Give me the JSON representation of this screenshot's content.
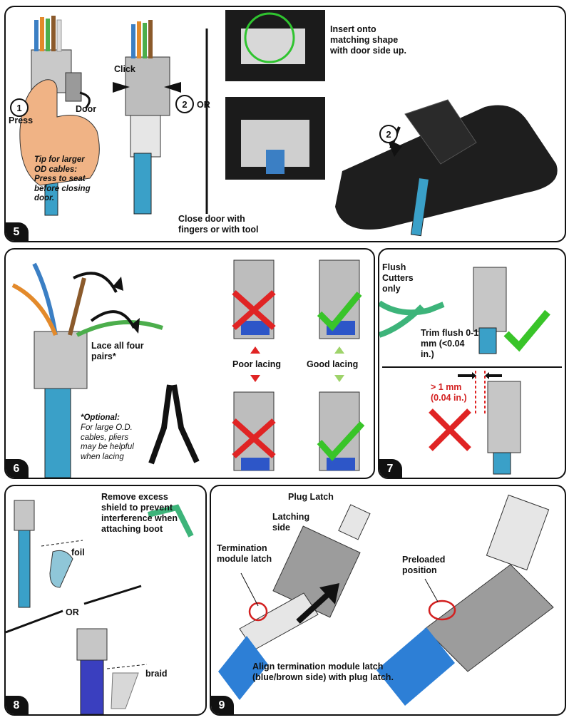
{
  "panel5": {
    "step": "5",
    "num1": "1",
    "press": "Press",
    "door": "Door",
    "click": "Click",
    "num2": "2",
    "or": "OR",
    "tip": "Tip for larger OD cables: Press to seat before closing door.",
    "insert": "Insert onto matching shape with door side up.",
    "num2b": "2",
    "close": "Close door with fingers or with tool"
  },
  "panel6": {
    "step": "6",
    "lace": "Lace all four pairs*",
    "optional_title": "*Optional:",
    "optional_body": "For large O.D. cables, pliers may be helpful when lacing",
    "poor": "Poor lacing",
    "good": "Good lacing"
  },
  "panel7": {
    "step": "7",
    "flush": "Flush Cutters only",
    "trim": "Trim flush 0-1 mm (<0.04 in.)",
    "over": "> 1 mm (0.04 in.)"
  },
  "panel8": {
    "step": "8",
    "remove": "Remove excess shield to prevent interference when attaching boot",
    "foil": "foil",
    "or": "OR",
    "braid": "braid"
  },
  "panel9": {
    "step": "9",
    "plug_latch": "Plug Latch",
    "latching_side": "Latching side",
    "termination": "Termination module latch",
    "preloaded": "Preloaded position",
    "align": "Align termination module latch (blue/brown side) with plug latch."
  },
  "colors": {
    "cable_blue": "#3aa0c8",
    "check_green": "#39c429",
    "cross_red": "#e02424",
    "plier_green": "#3db47a",
    "braid_blue": "#3a3fbf"
  }
}
